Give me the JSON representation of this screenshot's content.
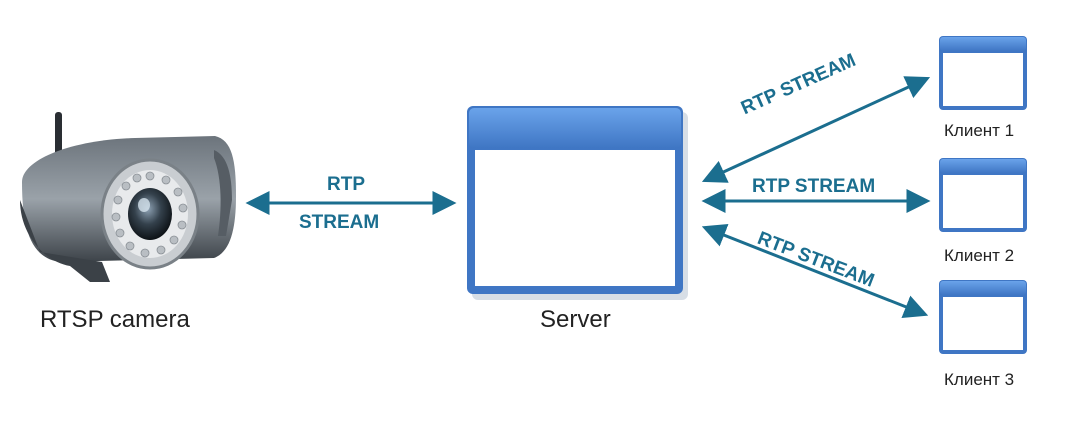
{
  "camera": {
    "label": "RTSP camera"
  },
  "server": {
    "label": "Server"
  },
  "camera_link": {
    "line1": "RTP",
    "line2": "STREAM"
  },
  "client_links": [
    "RTP STREAM",
    "RTP STREAM",
    "RTP STREAM"
  ],
  "clients": [
    {
      "label": "Клиент 1"
    },
    {
      "label": "Клиент 2"
    },
    {
      "label": "Клиент 3"
    }
  ],
  "colors": {
    "arrow": "#1b6e8f",
    "window_title": "#4b86d6",
    "window_border": "#3f76c4"
  }
}
